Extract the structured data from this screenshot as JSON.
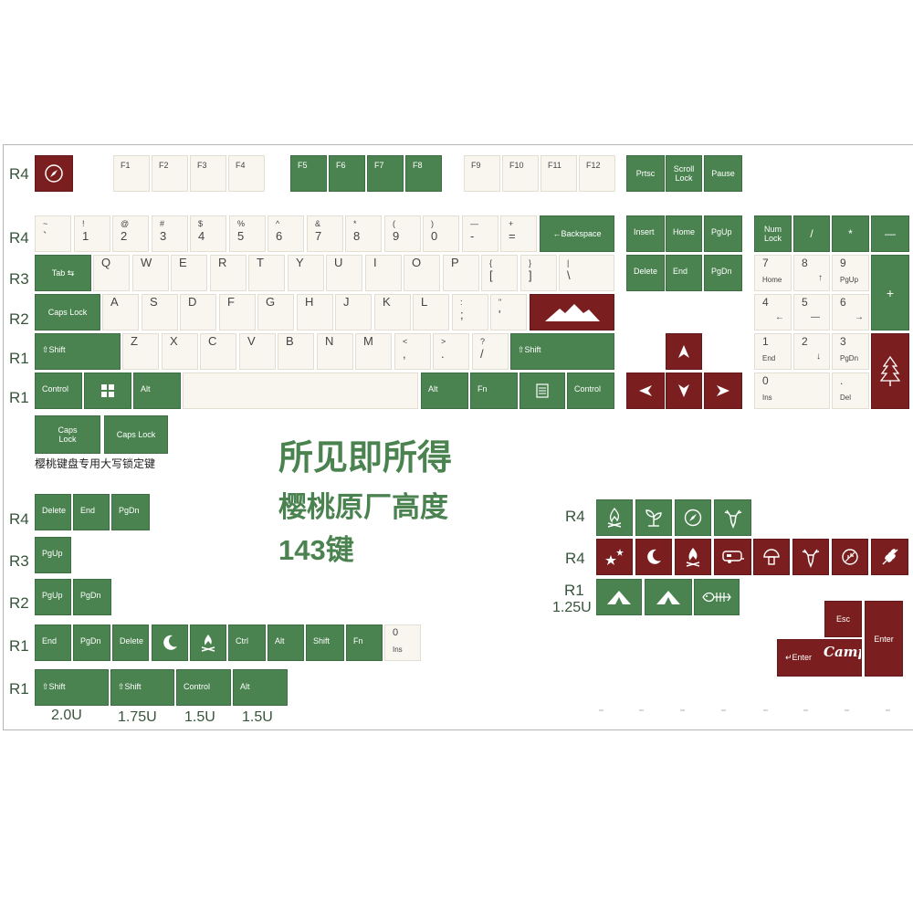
{
  "row_labels": {
    "r4": "R4",
    "r3": "R3",
    "r2": "R2",
    "r1": "R1"
  },
  "function_row": {
    "f1": "F1",
    "f2": "F2",
    "f3": "F3",
    "f4": "F4",
    "f5": "F5",
    "f6": "F6",
    "f7": "F7",
    "f8": "F8",
    "f9": "F9",
    "f10": "F10",
    "f11": "F11",
    "f12": "F12",
    "prtsc": "Prtsc",
    "scroll_lock": "Scroll\nLock",
    "pause": "Pause"
  },
  "number_row": [
    {
      "top": "~",
      "bot": "`"
    },
    {
      "top": "!",
      "bot": "1"
    },
    {
      "top": "@",
      "bot": "2"
    },
    {
      "top": "#",
      "bot": "3"
    },
    {
      "top": "$",
      "bot": "4"
    },
    {
      "top": "%",
      "bot": "5"
    },
    {
      "top": "^",
      "bot": "6"
    },
    {
      "top": "&",
      "bot": "7"
    },
    {
      "top": "*",
      "bot": "8"
    },
    {
      "top": "(",
      "bot": "9"
    },
    {
      "top": ")",
      "bot": "0"
    },
    {
      "top": "—",
      "bot": "-"
    },
    {
      "top": "+",
      "bot": "="
    }
  ],
  "backspace": "←Backspace",
  "tab": "Tab ⇆",
  "qwerty_row": [
    "Q",
    "W",
    "E",
    "R",
    "T",
    "Y",
    "U",
    "I",
    "O",
    "P"
  ],
  "bracket_keys": [
    {
      "top": "{",
      "bot": "["
    },
    {
      "top": "}",
      "bot": "]"
    },
    {
      "top": "|",
      "bot": "\\"
    }
  ],
  "caps_lock": "Caps Lock",
  "home_row": [
    "A",
    "S",
    "D",
    "F",
    "G",
    "H",
    "J",
    "K",
    "L"
  ],
  "home_punct": [
    {
      "top": ":",
      "bot": ";"
    },
    {
      "top": "\"",
      "bot": "'"
    }
  ],
  "shift_left": "⇧Shift",
  "shift_right": "⇧Shift",
  "bottom_alpha": [
    "Z",
    "X",
    "C",
    "V",
    "B",
    "N",
    "M"
  ],
  "bottom_punct": [
    {
      "top": "<",
      "bot": ","
    },
    {
      "top": ">",
      "bot": "."
    },
    {
      "top": "?",
      "bot": "/"
    }
  ],
  "mods": {
    "control": "Control",
    "alt": "Alt",
    "fn": "Fn",
    "control_right": "Control",
    "alt_right": "Alt"
  },
  "nav": {
    "insert": "Insert",
    "home": "Home",
    "pgup": "PgUp",
    "delete": "Delete",
    "end": "End",
    "pgdn": "PgDn"
  },
  "numpad": {
    "numlock": "Num\nLock",
    "slash": "/",
    "star": "*",
    "minus": "—",
    "plus": "+",
    "n7": {
      "top": "7",
      "bot": "Home"
    },
    "n8": {
      "top": "8",
      "bot": "↑"
    },
    "n9": {
      "top": "9",
      "bot": "PgUp"
    },
    "n4": {
      "top": "4",
      "bot": "←"
    },
    "n5": {
      "top": "5",
      "bot": "—"
    },
    "n6": {
      "top": "6",
      "bot": "→"
    },
    "n1": {
      "top": "1",
      "bot": "End"
    },
    "n2": {
      "top": "2",
      "bot": "↓"
    },
    "n3": {
      "top": "3",
      "bot": "PgDn"
    },
    "n0": {
      "top": "0",
      "bot": "Ins"
    },
    "dot": {
      "top": ".",
      "bot": "Del"
    }
  },
  "extras": {
    "caps_small": "Caps\nLock",
    "caps_wide": "Caps Lock",
    "caps_note": "樱桃键盘专用大写锁定键",
    "delete": "Delete",
    "end": "End",
    "pgdn": "PgDn",
    "pgup": "PgUp",
    "ctrl": "Ctrl",
    "alt": "Alt",
    "shift": "Shift",
    "fn": "Fn",
    "zero": {
      "top": "0",
      "bot": "Ins"
    },
    "shift_20": "⇧Shift",
    "shift_175": "⇧Shift",
    "control_15": "Control",
    "alt_15": "Alt",
    "esc": "Esc",
    "enter": "Enter",
    "enter_camp": "↵Enter",
    "camp": "Camp"
  },
  "size_labels": {
    "u20": "2.0U",
    "u175": "1.75U",
    "u15a": "1.5U",
    "u15b": "1.5U",
    "u125": "1.25U"
  },
  "headline": {
    "line1": "所见即所得",
    "line2": "樱桃原厂高度",
    "line3": "143键"
  },
  "colors": {
    "green": "#4a8350",
    "red": "#7b1e1f",
    "cream": "#f8f6ee"
  },
  "icons": [
    "compass-icon",
    "windows-icon",
    "menu-icon",
    "mountain-icon",
    "tree-icon",
    "arrow-up-icon",
    "arrow-left-icon",
    "arrow-down-icon",
    "arrow-right-icon",
    "campfire-icon",
    "sprout-icon",
    "deer-icon",
    "stars-icon",
    "moon-icon",
    "camper-icon",
    "mushroom-icon",
    "leaf-icon",
    "wheat-icon",
    "tent-icon",
    "fishbone-icon"
  ]
}
